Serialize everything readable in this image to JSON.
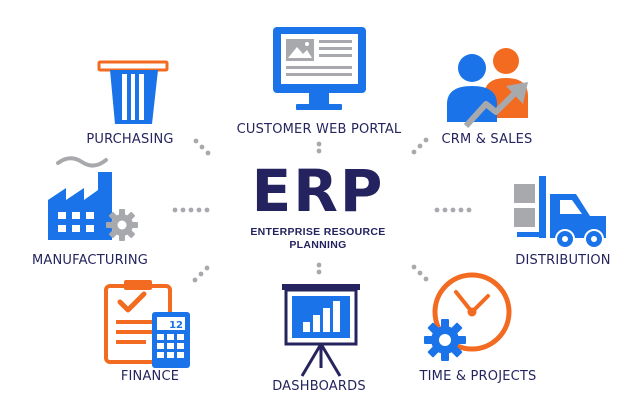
{
  "center": {
    "title": "ERP",
    "subtitle_line1": "ENTERPRISE RESOURCE",
    "subtitle_line2": "PLANNING"
  },
  "modules": {
    "purchasing": "PURCHASING",
    "customer_web_portal": "CUSTOMER WEB PORTAL",
    "crm_sales": "CRM & SALES",
    "manufacturing": "MANUFACTURING",
    "distribution": "DISTRIBUTION",
    "finance": "FINANCE",
    "dashboards": "DASHBOARDS",
    "time_projects": "TIME & PROJECTS"
  },
  "icons": {
    "purchasing": "card-slot-icon",
    "customer_web_portal": "monitor-icon",
    "crm_sales": "people-growth-icon",
    "manufacturing": "factory-gear-icon",
    "distribution": "forklift-icon",
    "finance": "clipboard-calculator-icon",
    "dashboards": "presentation-chart-icon",
    "time_projects": "clock-gear-icon"
  },
  "finance_calc_display": "12",
  "colors": {
    "blue": "#1a73e8",
    "orange": "#f26b21",
    "navy": "#24235f",
    "grey": "#a7a9ac",
    "dots": "#a7a9ac"
  }
}
